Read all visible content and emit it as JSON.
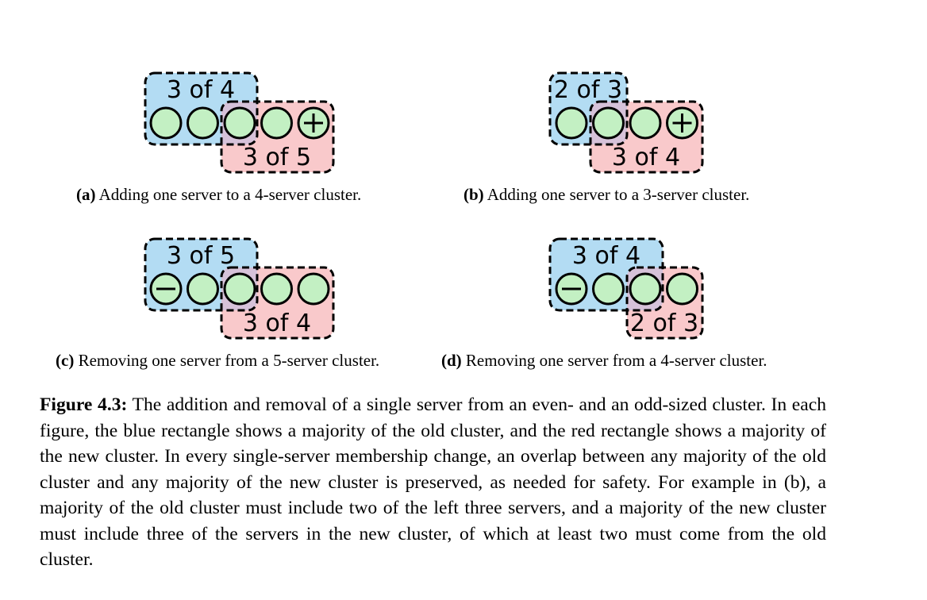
{
  "colors": {
    "old_majority_fill": "#b3dcf3",
    "new_majority_fill": "#f9c9cb",
    "overlap_fill": "#d6c2d9",
    "server_fill": "#c3f0c3",
    "outline": "#000000"
  },
  "panels": [
    {
      "id": "a",
      "old_label": "3 of 4",
      "new_label": "3 of 5",
      "servers": [
        "none",
        "none",
        "none",
        "none",
        "plus"
      ],
      "caption_tag": "(a)",
      "caption_text": " Adding one server to a 4-server cluster."
    },
    {
      "id": "b",
      "old_label": "2 of 3",
      "new_label": "3 of 4",
      "servers": [
        "none",
        "none",
        "none",
        "plus"
      ],
      "caption_tag": "(b)",
      "caption_text": " Adding one server to a 3-server cluster."
    },
    {
      "id": "c",
      "old_label": "3 of 5",
      "new_label": "3 of 4",
      "servers": [
        "minus",
        "none",
        "none",
        "none",
        "none"
      ],
      "caption_tag": "(c)",
      "caption_text": " Removing one server from a 5-server cluster."
    },
    {
      "id": "d",
      "old_label": "3 of 4",
      "new_label": "2 of 3",
      "servers": [
        "minus",
        "none",
        "none",
        "none"
      ],
      "caption_tag": "(d)",
      "caption_text": " Removing one server from a 4-server cluster."
    }
  ],
  "figure_caption": {
    "label": "Figure 4.3:",
    "text": " The addition and removal of a single server from an even- and an odd-sized cluster. In each figure, the blue rectangle shows a majority of the old cluster, and the red rectangle shows a majority of the new cluster. In every single-server membership change, an overlap between any majority of the old cluster and any majority of the new cluster is preserved, as needed for safety. For example in (b), a majority of the old cluster must include two of the left three servers, and a majority of the new cluster must include three of the servers in the new cluster, of which at least two must come from the old cluster."
  }
}
